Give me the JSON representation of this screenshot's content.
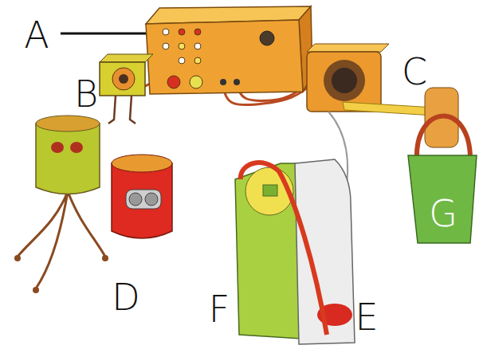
{
  "diagram": {
    "labels": [
      "A",
      "B",
      "C",
      "D",
      "F",
      "E",
      "G"
    ]
  }
}
